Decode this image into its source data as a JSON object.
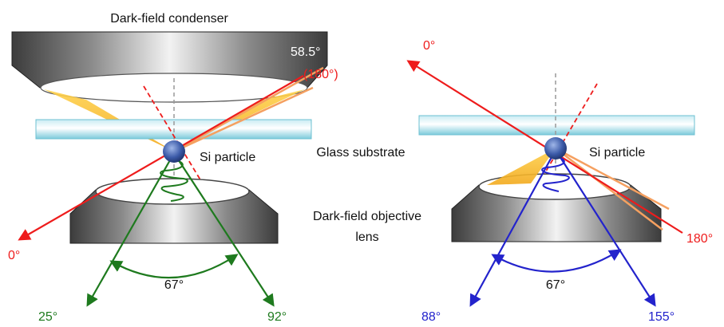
{
  "labels": {
    "condenser": "Dark-field condenser",
    "glass_substrate": "Glass substrate",
    "objective_line1": "Dark-field objective",
    "objective_line2": "lens",
    "particle_left": "Si particle",
    "particle_right": "Si particle"
  },
  "left_panel": {
    "illumination_angle": "58.5°",
    "illumination_angle_paren": "(180°)",
    "incident_zero": "0°",
    "collection_cone": "67°",
    "collect_min": "25°",
    "collect_max": "92°"
  },
  "right_panel": {
    "incident_zero": "0°",
    "backscatter": "180°",
    "collection_cone": "67°",
    "collect_min": "88°",
    "collect_max": "155°"
  },
  "colors": {
    "incident_red": "#ee1c1c",
    "illumination_orange": "#f5a060",
    "forward_green": "#1e7a1e",
    "backward_blue": "#2323cc",
    "glass": "#a9dde8",
    "metal_dark": "#3a3a3a"
  }
}
